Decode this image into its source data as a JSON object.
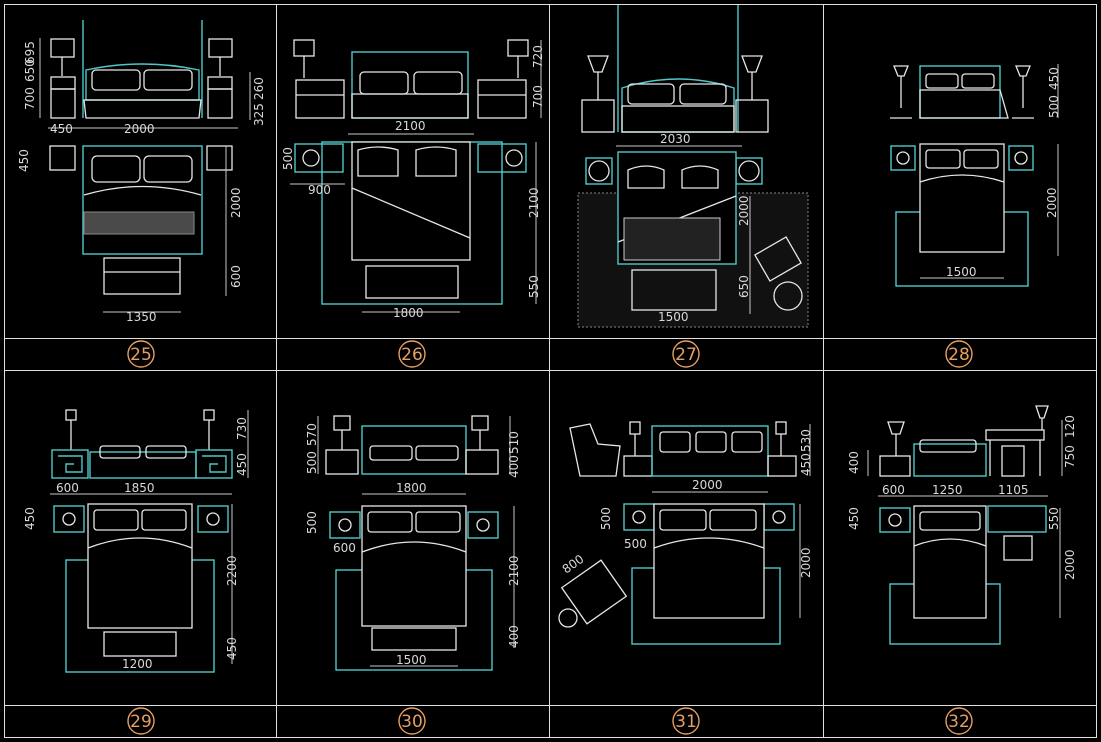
{
  "sheet": {
    "border_color": "#e0e0e0",
    "accent_color": "#4ec8c8",
    "label_color": "#e8a060",
    "cells": [
      {
        "number": "25",
        "dims": [
          "700",
          "650",
          "695",
          "260",
          "325",
          "450",
          "2000",
          "450",
          "2000",
          "600",
          "1350"
        ]
      },
      {
        "number": "26",
        "dims": [
          "720",
          "700",
          "2100",
          "500",
          "900",
          "2100",
          "550",
          "1800"
        ]
      },
      {
        "number": "27",
        "dims": [
          "2030",
          "2000",
          "650",
          "1500"
        ]
      },
      {
        "number": "28",
        "dims": [
          "450",
          "500",
          "2000",
          "1500"
        ]
      },
      {
        "number": "29",
        "dims": [
          "730",
          "450",
          "600",
          "1850",
          "450",
          "2200",
          "450",
          "1200"
        ]
      },
      {
        "number": "30",
        "dims": [
          "500",
          "570",
          "510",
          "400",
          "1800",
          "500",
          "600",
          "2100",
          "400",
          "1500"
        ]
      },
      {
        "number": "31",
        "dims": [
          "530",
          "450",
          "2000",
          "500",
          "500",
          "800",
          "2000"
        ]
      },
      {
        "number": "32",
        "dims": [
          "400",
          "750",
          "120",
          "600",
          "1250",
          "1105",
          "450",
          "550",
          "2000"
        ]
      }
    ]
  }
}
